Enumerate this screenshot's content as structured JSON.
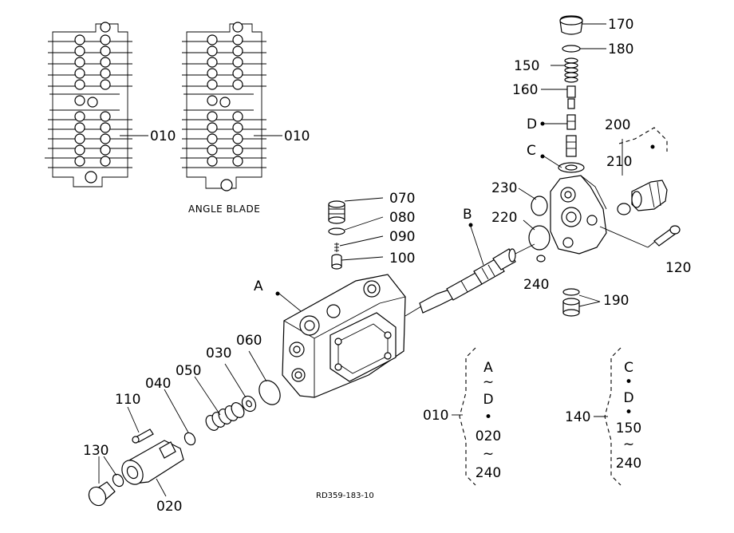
{
  "drawing": {
    "caption": "ANGLE BLADE",
    "reference_code": "RD359-183-10"
  },
  "callouts": {
    "p010_left": "010",
    "p010_right": "010",
    "p170": "170",
    "p180": "180",
    "p150": "150",
    "p160": "160",
    "pD": "D",
    "pC": "C",
    "p200": "200",
    "p210": "210",
    "p230": "230",
    "p220": "220",
    "p240": "240",
    "p120": "120",
    "p190": "190",
    "p070": "070",
    "p080": "080",
    "p090": "090",
    "p100": "100",
    "pB": "B",
    "pA": "A",
    "p060": "060",
    "p030": "030",
    "p050": "050",
    "p040": "040",
    "p110": "110",
    "p130": "130",
    "p020": "020"
  },
  "legend_010": {
    "label": "010",
    "lines": [
      "A",
      "~",
      "D",
      "•",
      "020",
      "~",
      "240"
    ]
  },
  "legend_140": {
    "label": "140",
    "lines": [
      "C",
      "•",
      "D",
      "•",
      "150",
      "~",
      "240"
    ]
  }
}
